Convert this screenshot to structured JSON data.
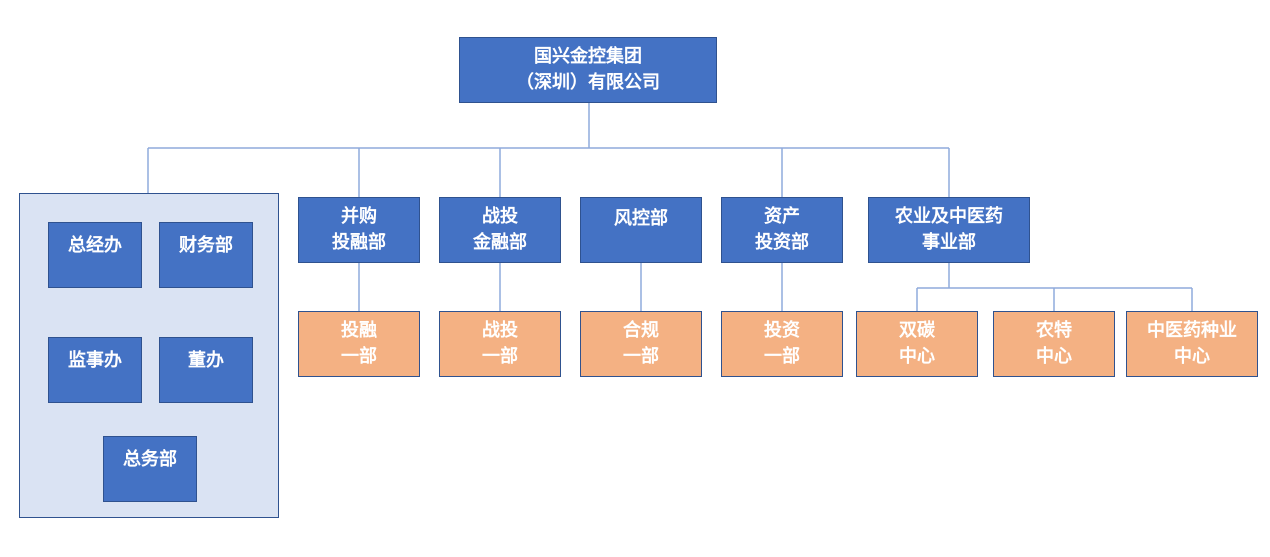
{
  "root": {
    "line1": "国兴金控集团",
    "line2": "（深圳）有限公司"
  },
  "office_panel": {
    "items": [
      {
        "label": "总经办"
      },
      {
        "label": "财务部"
      },
      {
        "label": "监事办"
      },
      {
        "label": "董办"
      },
      {
        "label": "总务部"
      }
    ]
  },
  "departments": [
    {
      "line1": "并购",
      "line2": "投融部"
    },
    {
      "line1": "战投",
      "line2": "金融部"
    },
    {
      "line1": "风控部",
      "line2": ""
    },
    {
      "line1": "资产",
      "line2": "投资部"
    },
    {
      "line1": "农业及中医药",
      "line2": "事业部"
    }
  ],
  "sub_units": [
    {
      "line1": "投融",
      "line2": "一部"
    },
    {
      "line1": "战投",
      "line2": "一部"
    },
    {
      "line1": "合规",
      "line2": "一部"
    },
    {
      "line1": "投资",
      "line2": "一部"
    },
    {
      "line1": "双碳",
      "line2": "中心"
    },
    {
      "line1": "农特",
      "line2": "中心"
    },
    {
      "line1": "中医药种业",
      "line2": "中心"
    }
  ],
  "colors": {
    "node_fill": "#4472c4",
    "node_border": "#2f528f",
    "subunit_fill": "#f4b183",
    "panel_fill": "#dae3f3",
    "connector": "#8faadc"
  }
}
